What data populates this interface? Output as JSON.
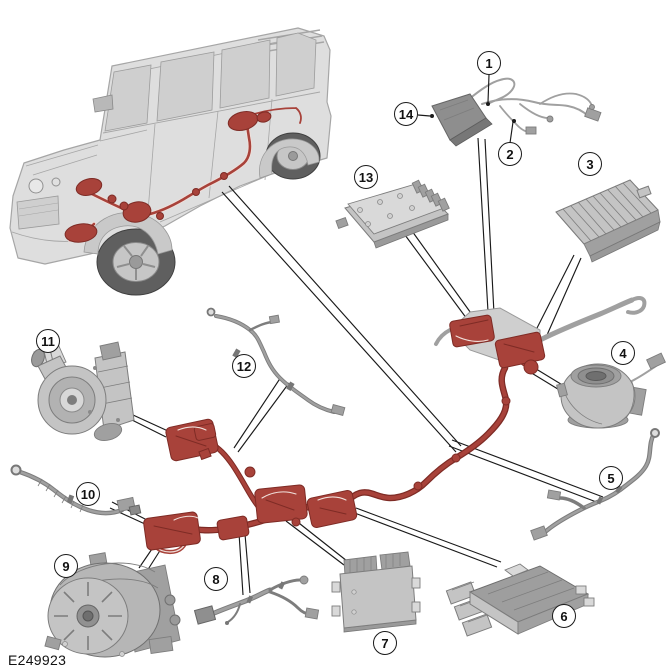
{
  "figure": {
    "id": "E249923"
  },
  "callouts": [
    {
      "number": "1"
    },
    {
      "number": "2"
    },
    {
      "number": "3"
    },
    {
      "number": "4"
    },
    {
      "number": "5"
    },
    {
      "number": "6"
    },
    {
      "number": "7"
    },
    {
      "number": "8"
    },
    {
      "number": "9"
    },
    {
      "number": "10"
    },
    {
      "number": "11"
    },
    {
      "number": "12"
    },
    {
      "number": "13"
    },
    {
      "number": "14"
    }
  ],
  "colors": {
    "red": "#a8423a",
    "red_dark": "#7e2b25",
    "metal": "#c4c4c4",
    "metal_light": "#d9d9d9",
    "metal_dark": "#a0a0a0",
    "metal_edge": "#7d7d7d",
    "line": "#1a1a1a",
    "vehicle_body": "#dedede",
    "vehicle_edge": "#a6a6a6",
    "background": "#ffffff"
  }
}
